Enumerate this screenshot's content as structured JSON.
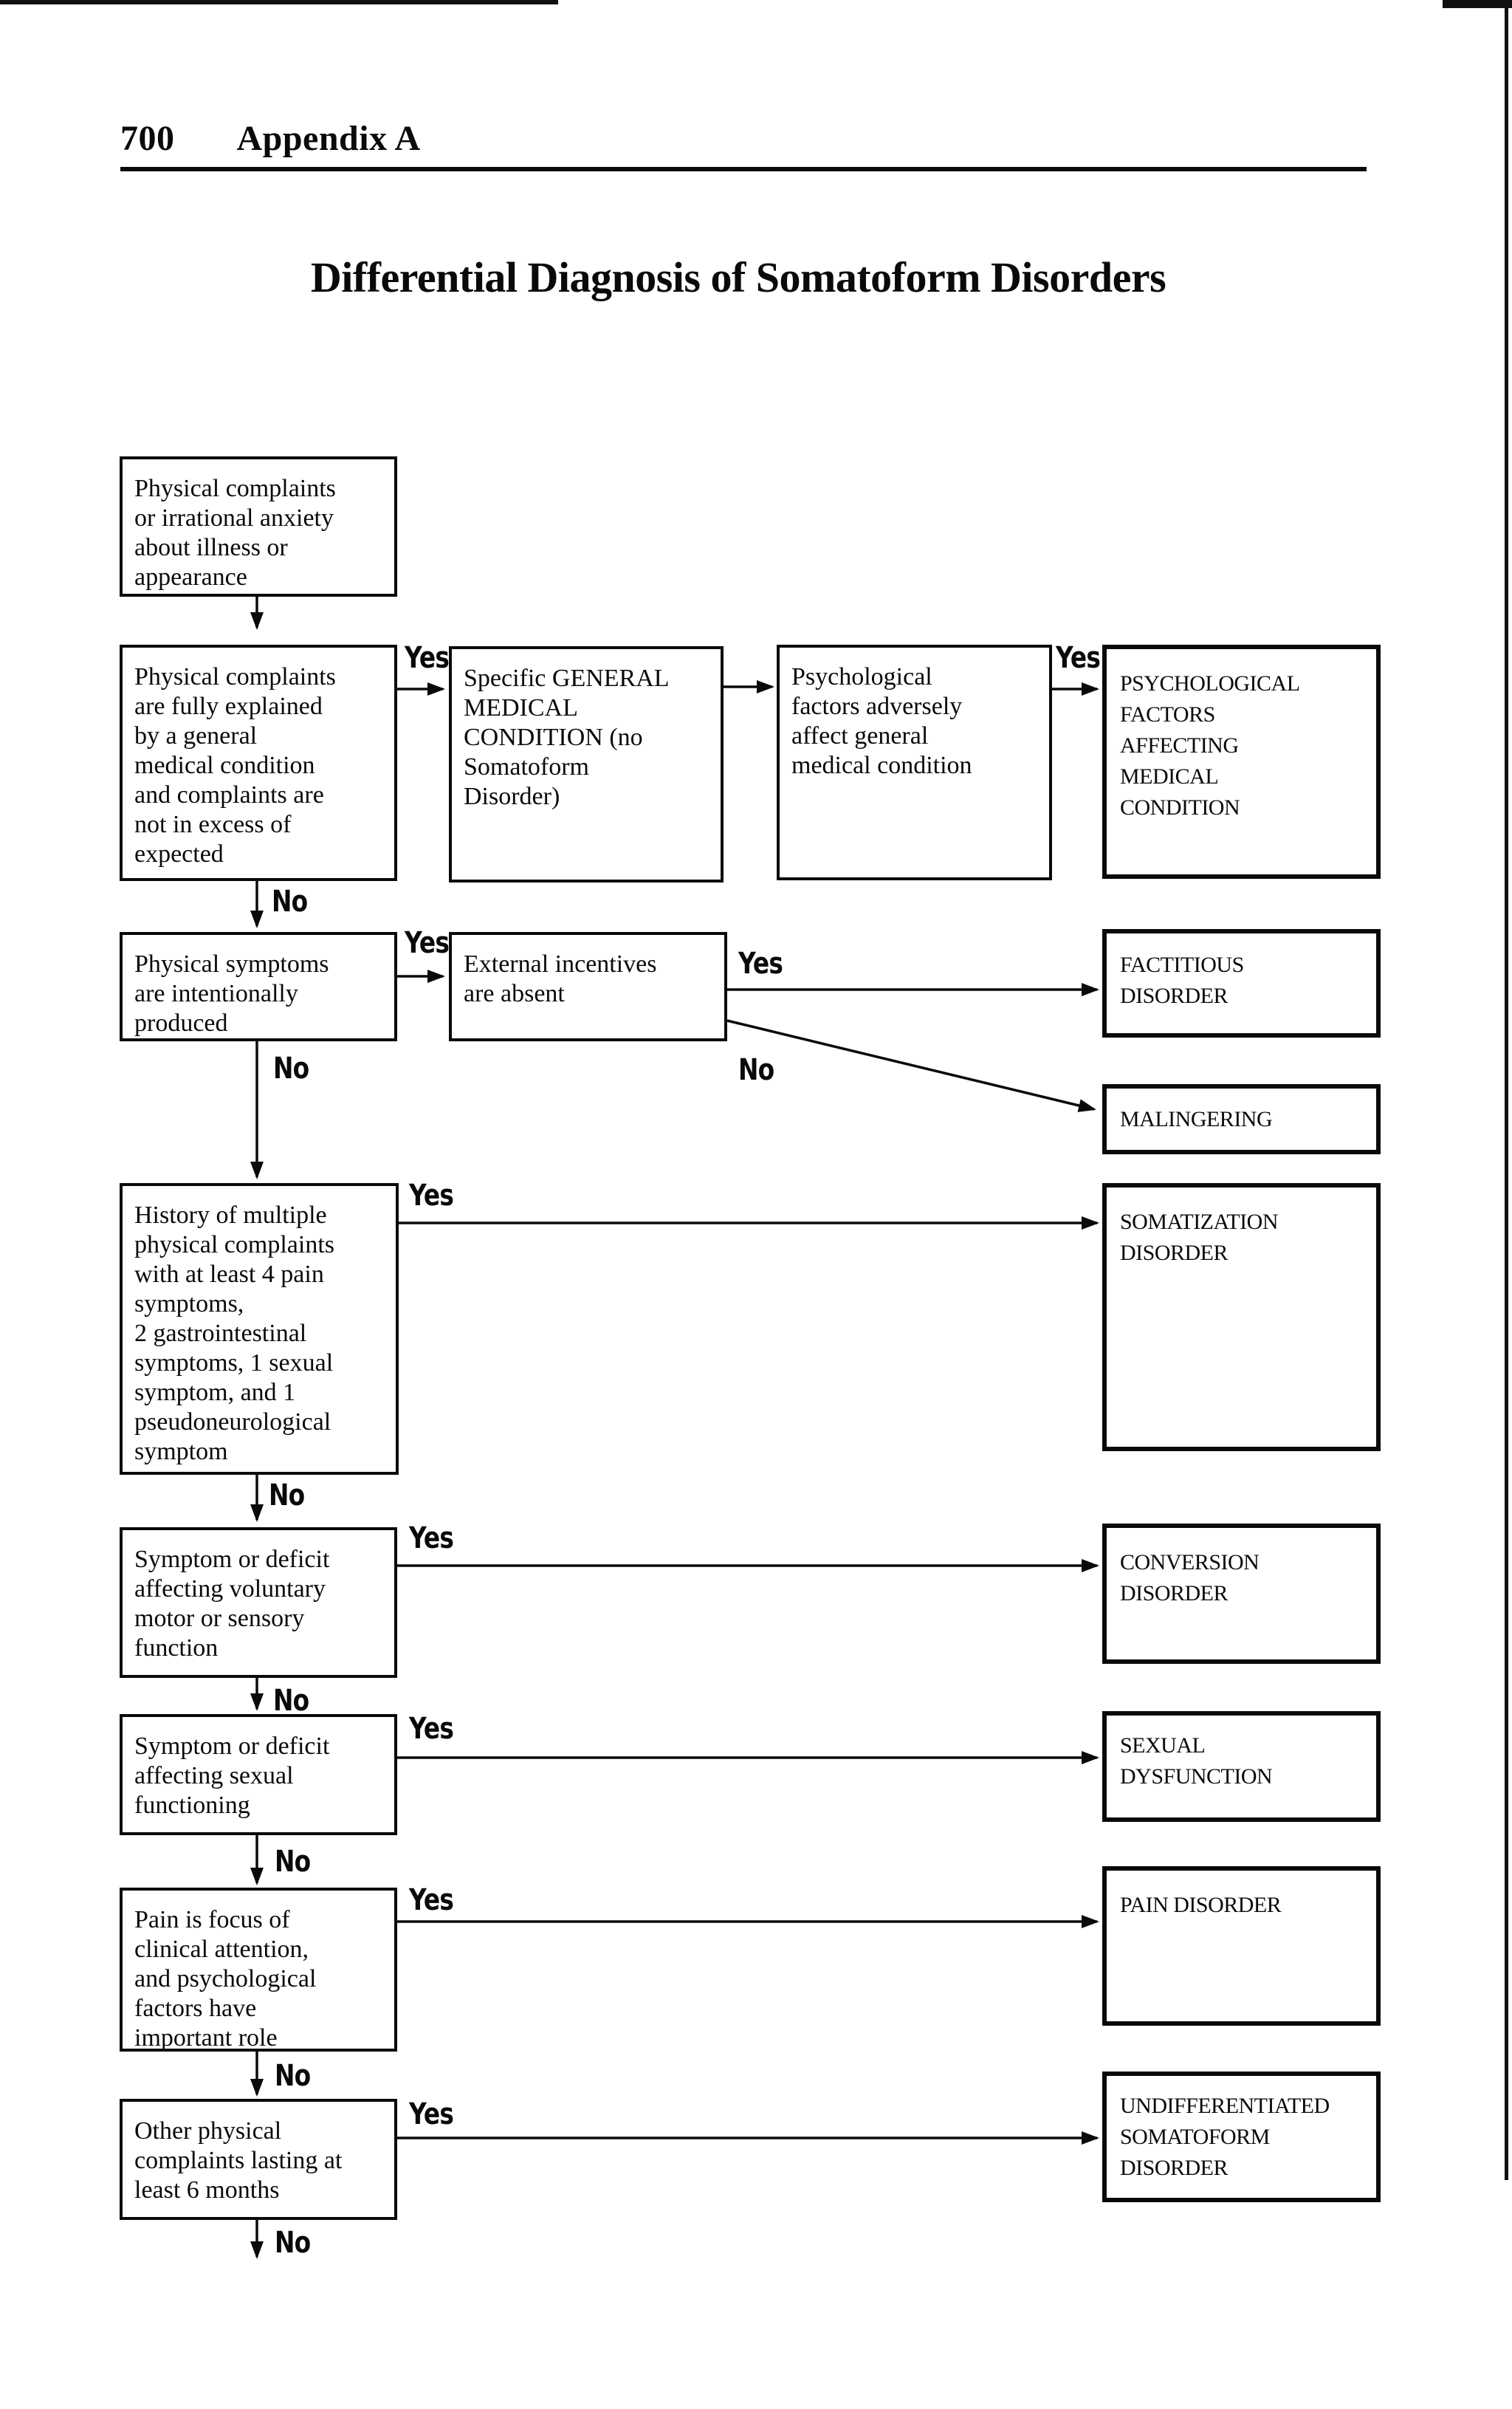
{
  "header": {
    "page_number": "700",
    "section": "Appendix A"
  },
  "title": "Differential Diagnosis of Somatoform Disorders",
  "labels": {
    "yes": "Yes",
    "no": "No"
  },
  "nodes": {
    "start": {
      "text": "Physical complaints\nor irrational anxiety\nabout illness or\nappearance"
    },
    "gmc_question": {
      "text": "Physical complaints\nare fully explained\nby a general\nmedical condition\nand complaints are\nnot in excess of\nexpected"
    },
    "gmc": {
      "text": "Specific GENERAL\nMEDICAL\nCONDITION (no\nSomatoform\nDisorder)"
    },
    "psych_factors_question": {
      "text": "Psychological\nfactors adversely\naffect general\nmedical condition"
    },
    "psych_factors_disorder": {
      "text": "PSYCHOLOGICAL\nFACTORS\nAFFECTING\nMEDICAL\nCONDITION"
    },
    "intentional_question": {
      "text": "Physical symptoms\nare intentionally\nproduced"
    },
    "incentives_question": {
      "text": "External incentives\nare absent"
    },
    "factitious_disorder": {
      "text": "FACTITIOUS\nDISORDER"
    },
    "malingering": {
      "text": "MALINGERING"
    },
    "history_question": {
      "text": "History of multiple\nphysical complaints\nwith at least 4 pain\nsymptoms,\n2 gastrointestinal\nsymptoms, 1 sexual\nsymptom, and 1\npseudoneurological\nsymptom"
    },
    "somatization_disorder": {
      "text": "SOMATIZATION\nDISORDER"
    },
    "motor_question": {
      "text": "Symptom or deficit\naffecting voluntary\nmotor or sensory\nfunction"
    },
    "conversion_disorder": {
      "text": "CONVERSION\nDISORDER"
    },
    "sexual_question": {
      "text": "Symptom or deficit\naffecting sexual\nfunctioning"
    },
    "sexual_dysfunction": {
      "text": "SEXUAL\nDYSFUNCTION"
    },
    "pain_question": {
      "text": "Pain is focus of\nclinical attention,\nand psychological\nfactors have\nimportant role"
    },
    "pain_disorder": {
      "text": "PAIN DISORDER"
    },
    "other_question": {
      "text": "Other physical\ncomplaints lasting at\nleast 6 months"
    },
    "undifferentiated_disorder": {
      "text": "UNDIFFERENTIATED\nSOMATOFORM\nDISORDER"
    }
  }
}
